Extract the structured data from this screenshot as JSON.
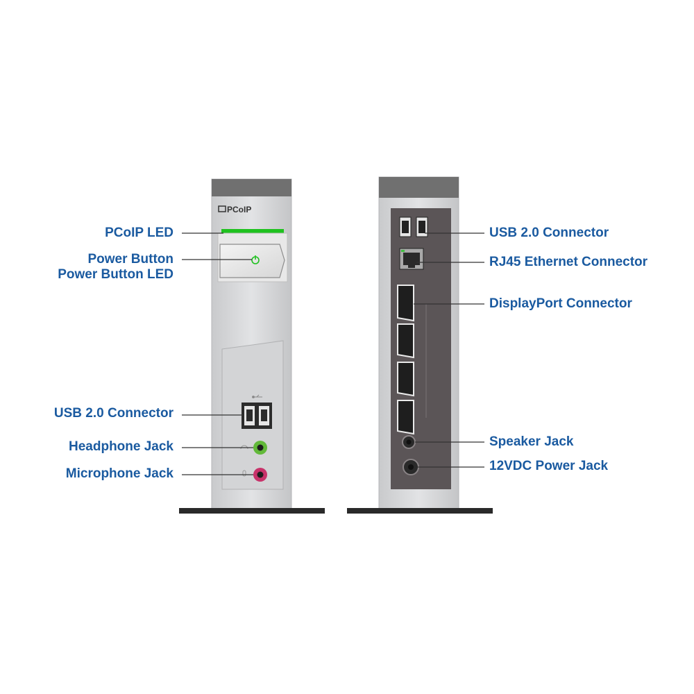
{
  "colors": {
    "label": "#1a5aa0",
    "leader": "#333333",
    "chassis": "#d9dadc",
    "chassis_top": "#707070",
    "back_panel": "#5b5557",
    "led_green": "#1fc21f",
    "headphone_green": "#62b93a",
    "mic_pink": "#c8326a",
    "base": "#2a2a2a"
  },
  "front": {
    "logo_text": "PCoIP",
    "labels": {
      "pcoip_led": "PCoIP LED",
      "power_button": "Power Button",
      "power_button_led": "Power Button LED",
      "usb": "USB 2.0 Connector",
      "headphone": "Headphone Jack",
      "microphone": "Microphone Jack"
    }
  },
  "back": {
    "labels": {
      "usb": "USB 2.0 Connector",
      "rj45": "RJ45 Ethernet Connector",
      "displayport": "DisplayPort Connector",
      "speaker": "Speaker Jack",
      "power": "12VDC Power Jack"
    }
  },
  "icons": {
    "power": "power-icon",
    "usb": "usb-icon",
    "headphone": "headphone-icon",
    "microphone": "microphone-icon"
  }
}
